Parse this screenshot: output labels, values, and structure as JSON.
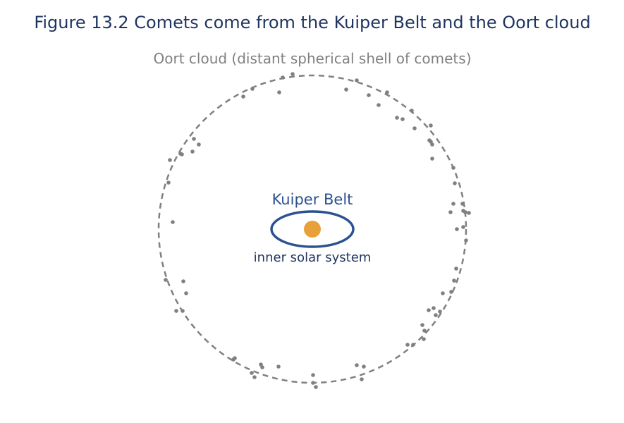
{
  "figure": {
    "title": "Figure 13.2  Comets come from the Kuiper Belt and the Oort cloud",
    "oort_label": "Oort cloud (distant spherical shell of comets)",
    "kuiper_label": "Kuiper Belt",
    "inner_label": "inner solar system"
  },
  "colors": {
    "title": "#1f3560",
    "oort": "#808080",
    "kuiper": "#2b5190",
    "sun": "#e8a13a",
    "comet": "#808080"
  }
}
